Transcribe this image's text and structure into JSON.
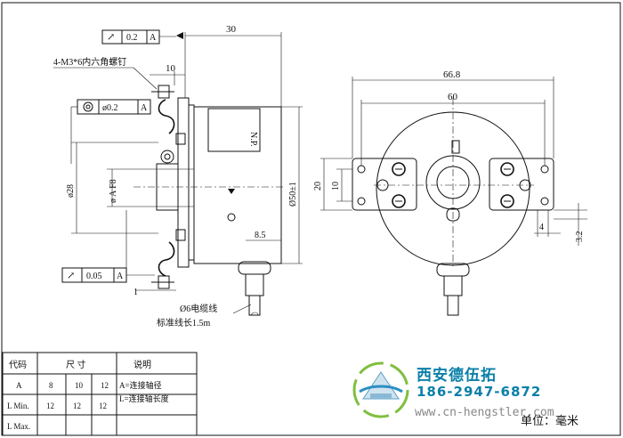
{
  "left_view": {
    "screw_note": "4-M3*6内六角螺钉",
    "fcf_top": {
      "symbol": "↗",
      "value": "0.2",
      "datum": "A"
    },
    "fcf_mid": {
      "symbol": "◎",
      "value": "ø0.2",
      "datum": "A"
    },
    "fcf_bottom": {
      "symbol": "↗",
      "value": "0.05",
      "datum": "A"
    },
    "dim_30": "30",
    "dim_10": "10",
    "dim_phi28": "ø28",
    "dim_bore": "ø A F8",
    "dim_phi50": "Ø50±1",
    "dim_8_5": "8.5",
    "dim_1": "1",
    "np_label": "N.P.",
    "cable_label": "Ø6电缆线",
    "cable_length": "标准线长1.5m"
  },
  "right_view": {
    "dim_66_8": "66.8",
    "dim_60": "60",
    "dim_20": "20",
    "dim_10": "10",
    "dim_4": "4",
    "dim_3_2": "3.2"
  },
  "table": {
    "headers": [
      "代码",
      "尺 寸",
      "说明"
    ],
    "rows": [
      {
        "code": "A",
        "sizes": [
          "8",
          "10",
          "12"
        ],
        "note": "A=连接轴径"
      },
      {
        "code": "L Min.",
        "sizes": [
          "12",
          "12",
          "12"
        ],
        "note": "L=连接轴长度"
      },
      {
        "code": "L Max.",
        "sizes": [
          "",
          "",
          ""
        ],
        "note": ""
      }
    ]
  },
  "company": {
    "name": "西安德伍拓",
    "phone": "186-2947-6872",
    "url": "www.cn-hengstler.com"
  },
  "unit": "单位：毫米",
  "colors": {
    "brand": "#0a7fa8",
    "line": "#111111"
  }
}
